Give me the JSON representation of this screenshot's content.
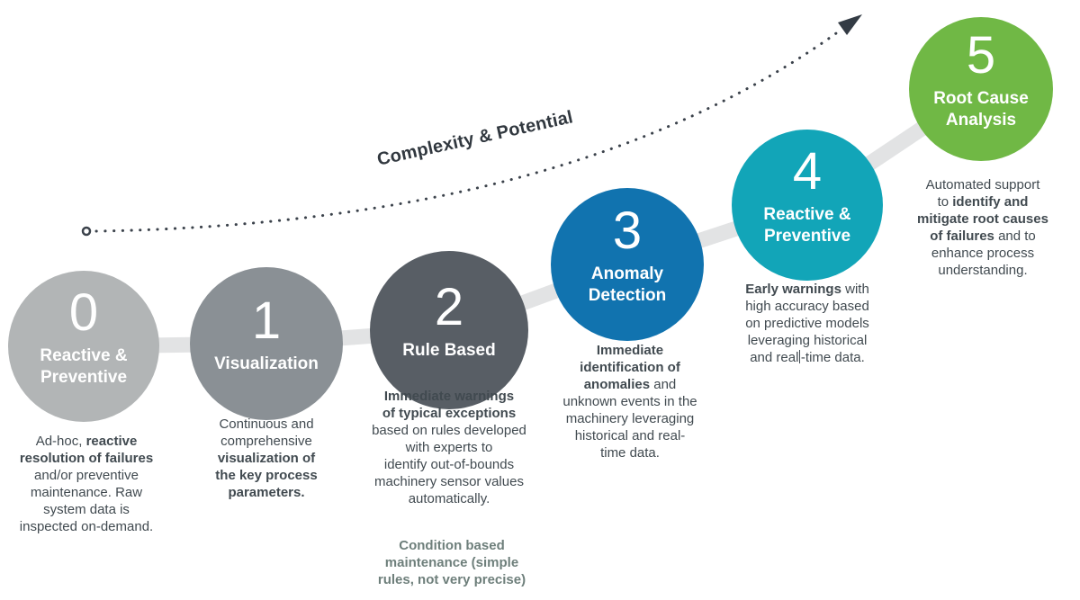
{
  "arrow": {
    "label": "Complexity & Potential"
  },
  "palette": {
    "band": "#e2e3e4",
    "arrow_dark": "#333b44",
    "body_text": "#414a50",
    "note_text": "#6e7f7b"
  },
  "levels": [
    {
      "number": "0",
      "title": "Reactive & Preventive",
      "color": "#b2b5b6",
      "description": [
        [
          {
            "t": "Ad-hoc, "
          },
          {
            "t": "reactive",
            "b": true
          }
        ],
        [
          {
            "t": "resolution of failures",
            "b": true
          }
        ],
        [
          {
            "t": "and/or preventive"
          }
        ],
        [
          {
            "t": "maintenance. Raw"
          }
        ],
        [
          {
            "t": "system data is"
          }
        ],
        [
          {
            "t": "inspected on-demand."
          }
        ]
      ]
    },
    {
      "number": "1",
      "title": "Visualization",
      "color": "#8a9095",
      "description": [
        [
          {
            "t": "Continuous and"
          }
        ],
        [
          {
            "t": "comprehensive"
          }
        ],
        [
          {
            "t": "visualization of",
            "b": true
          }
        ],
        [
          {
            "t": "the key process",
            "b": true
          }
        ],
        [
          {
            "t": "parameters.",
            "b": true
          }
        ]
      ]
    },
    {
      "number": "2",
      "title": "Rule Based",
      "color": "#585e65",
      "description": [
        [
          {
            "t": "Immediate warnings",
            "b": true
          }
        ],
        [
          {
            "t": "of typical exceptions",
            "b": true
          }
        ],
        [
          {
            "t": "based on rules developed"
          }
        ],
        [
          {
            "t": "with experts to"
          }
        ],
        [
          {
            "t": "identify out-of-bounds"
          }
        ],
        [
          {
            "t": "machinery sensor values"
          }
        ],
        [
          {
            "t": "automatically."
          }
        ]
      ],
      "note": [
        [
          {
            "t": "Condition based",
            "b": true
          }
        ],
        [
          {
            "t": "maintenance (simple",
            "b": true
          }
        ],
        [
          {
            "t": "rules, not very precise)",
            "b": true
          }
        ]
      ]
    },
    {
      "number": "3",
      "title": "Anomaly Detection",
      "color": "#1173af",
      "description": [
        [
          {
            "t": "Immediate",
            "b": true
          }
        ],
        [
          {
            "t": "identification of",
            "b": true
          }
        ],
        [
          {
            "t": "anomalies",
            "b": true
          },
          {
            "t": " and"
          }
        ],
        [
          {
            "t": "unknown events in the"
          }
        ],
        [
          {
            "t": "machinery leveraging"
          }
        ],
        [
          {
            "t": "historical and real-"
          }
        ],
        [
          {
            "t": "time data."
          }
        ]
      ]
    },
    {
      "number": "4",
      "title": "Reactive & Preventive",
      "color": "#12a5b8",
      "description": [
        [
          {
            "t": "Early warnings",
            "b": true
          },
          {
            "t": " with"
          }
        ],
        [
          {
            "t": "high accuracy based"
          }
        ],
        [
          {
            "t": "on predictive models"
          }
        ],
        [
          {
            "t": "leveraging historical"
          }
        ],
        [
          {
            "t": "and real"
          },
          {
            "t": "-time data.",
            "caret": true
          }
        ]
      ]
    },
    {
      "number": "5",
      "title": "Root Cause Analysis",
      "color": "#70b845",
      "description": [
        [
          {
            "t": "Automated support"
          }
        ],
        [
          {
            "t": "to "
          },
          {
            "t": "identify and",
            "b": true
          }
        ],
        [
          {
            "t": "mitigate root causes",
            "b": true
          }
        ],
        [
          {
            "t": "of failures",
            "b": true
          },
          {
            "t": " and to"
          }
        ],
        [
          {
            "t": "enhance process"
          }
        ],
        [
          {
            "t": "understanding."
          }
        ]
      ]
    }
  ]
}
